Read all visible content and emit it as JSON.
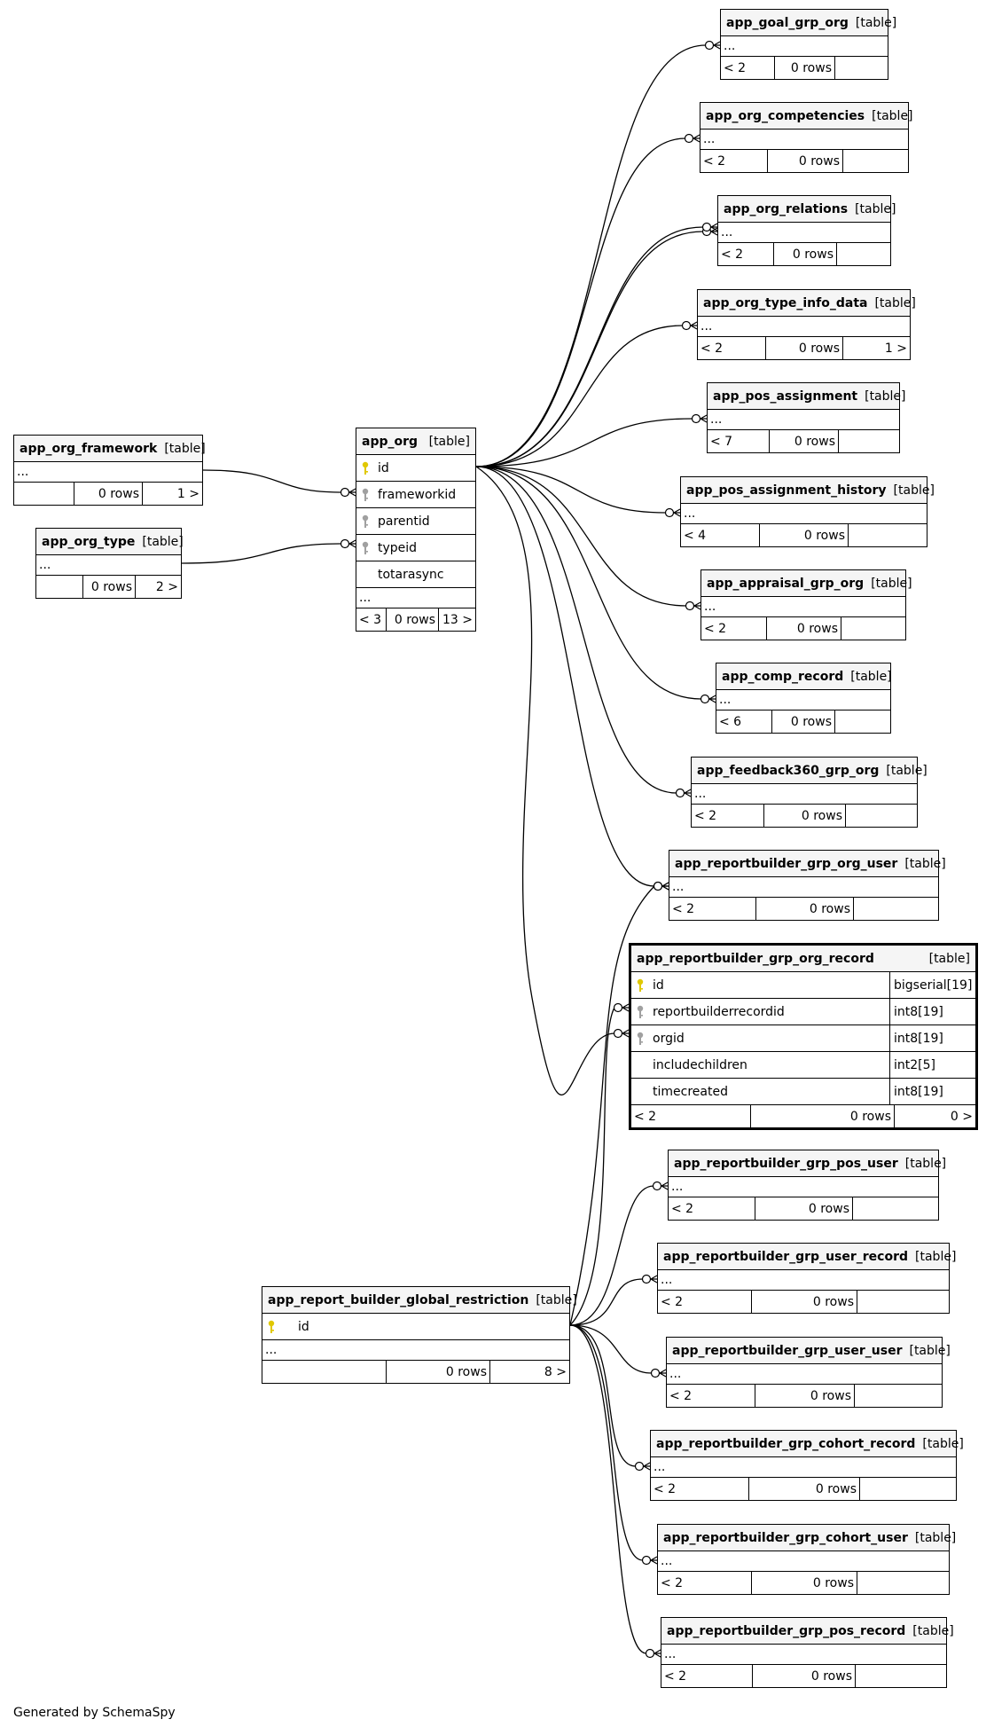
{
  "footer_text": "Generated by SchemaSpy",
  "tables": [
    {
      "id": "goal_grp_org",
      "name": "app_goal_grp_org",
      "type": "[table]",
      "ellipsis": "...",
      "footer": [
        "< 2",
        "0 rows",
        ""
      ]
    },
    {
      "id": "org_competencies",
      "name": "app_org_competencies",
      "type": "[table]",
      "ellipsis": "...",
      "footer": [
        "< 2",
        "0 rows",
        ""
      ]
    },
    {
      "id": "org_relations",
      "name": "app_org_relations",
      "type": "[table]",
      "ellipsis": "...",
      "footer": [
        "< 2",
        "0 rows",
        ""
      ]
    },
    {
      "id": "org_type_info_data",
      "name": "app_org_type_info_data",
      "type": "[table]",
      "ellipsis": "...",
      "footer": [
        "< 2",
        "0 rows",
        "1 >"
      ]
    },
    {
      "id": "pos_assignment",
      "name": "app_pos_assignment",
      "type": "[table]",
      "ellipsis": "...",
      "footer": [
        "< 7",
        "0 rows",
        ""
      ]
    },
    {
      "id": "pos_assignment_history",
      "name": "app_pos_assignment_history",
      "type": "[table]",
      "ellipsis": "...",
      "footer": [
        "< 4",
        "0 rows",
        ""
      ]
    },
    {
      "id": "appraisal_grp_org",
      "name": "app_appraisal_grp_org",
      "type": "[table]",
      "ellipsis": "...",
      "footer": [
        "< 2",
        "0 rows",
        ""
      ]
    },
    {
      "id": "comp_record",
      "name": "app_comp_record",
      "type": "[table]",
      "ellipsis": "...",
      "footer": [
        "< 6",
        "0 rows",
        ""
      ]
    },
    {
      "id": "feedback360_grp_org",
      "name": "app_feedback360_grp_org",
      "type": "[table]",
      "ellipsis": "...",
      "footer": [
        "< 2",
        "0 rows",
        ""
      ]
    },
    {
      "id": "rb_grp_org_user",
      "name": "app_reportbuilder_grp_org_user",
      "type": "[table]",
      "ellipsis": "...",
      "footer": [
        "< 2",
        "0 rows",
        ""
      ]
    },
    {
      "id": "org_framework",
      "name": "app_org_framework",
      "type": "[table]",
      "ellipsis": "...",
      "footer": [
        "",
        "0 rows",
        "1 >"
      ]
    },
    {
      "id": "org_type",
      "name": "app_org_type",
      "type": "[table]",
      "ellipsis": "...",
      "footer": [
        "",
        "0 rows",
        "2 >"
      ]
    },
    {
      "id": "rb_grp_pos_user",
      "name": "app_reportbuilder_grp_pos_user",
      "type": "[table]",
      "ellipsis": "...",
      "footer": [
        "< 2",
        "0 rows",
        ""
      ]
    },
    {
      "id": "rb_grp_user_record",
      "name": "app_reportbuilder_grp_user_record",
      "type": "[table]",
      "ellipsis": "...",
      "footer": [
        "< 2",
        "0 rows",
        ""
      ]
    },
    {
      "id": "rb_grp_user_user",
      "name": "app_reportbuilder_grp_user_user",
      "type": "[table]",
      "ellipsis": "...",
      "footer": [
        "< 2",
        "0 rows",
        ""
      ]
    },
    {
      "id": "rb_grp_cohort_record",
      "name": "app_reportbuilder_grp_cohort_record",
      "type": "[table]",
      "ellipsis": "...",
      "footer": [
        "< 2",
        "0 rows",
        ""
      ]
    },
    {
      "id": "rb_grp_cohort_user",
      "name": "app_reportbuilder_grp_cohort_user",
      "type": "[table]",
      "ellipsis": "...",
      "footer": [
        "< 2",
        "0 rows",
        ""
      ]
    },
    {
      "id": "rb_grp_pos_record",
      "name": "app_reportbuilder_grp_pos_record",
      "type": "[table]",
      "ellipsis": "...",
      "footer": [
        "< 2",
        "0 rows",
        ""
      ]
    }
  ],
  "app_org": {
    "name": "app_org",
    "type": "[table]",
    "columns": [
      {
        "name": "id",
        "key": "primary"
      },
      {
        "name": "frameworkid",
        "key": "foreign"
      },
      {
        "name": "parentid",
        "key": "foreign"
      },
      {
        "name": "typeid",
        "key": "foreign"
      },
      {
        "name": "totarasync",
        "key": "none"
      }
    ],
    "ellipsis": "...",
    "footer": [
      "< 3",
      "0 rows",
      "13 >"
    ]
  },
  "global_restriction": {
    "name": "app_report_builder_global_restriction",
    "type": "[table]",
    "columns": [
      {
        "name": "id",
        "key": "primary"
      }
    ],
    "ellipsis": "...",
    "footer": [
      "",
      "0 rows",
      "8 >"
    ]
  },
  "focus_table": {
    "name": "app_reportbuilder_grp_org_record",
    "type": "[table]",
    "columns": [
      {
        "name": "id",
        "dtype": "bigserial[19]",
        "key": "primary"
      },
      {
        "name": "reportbuilderrecordid",
        "dtype": "int8[19]",
        "key": "foreign"
      },
      {
        "name": "orgid",
        "dtype": "int8[19]",
        "key": "foreign"
      },
      {
        "name": "includechildren",
        "dtype": "int2[5]",
        "key": "none"
      },
      {
        "name": "timecreated",
        "dtype": "int8[19]",
        "key": "none"
      }
    ],
    "footer": [
      "< 2",
      "0 rows",
      "0 >"
    ]
  },
  "colors": {
    "primary_key": "#e0c800",
    "foreign_key": "#a0a0a0",
    "line": "#000000",
    "header_bg": "#f5f5f5"
  },
  "icons": {
    "primary_key": "key-icon",
    "foreign_key": "foreign-key-icon"
  }
}
